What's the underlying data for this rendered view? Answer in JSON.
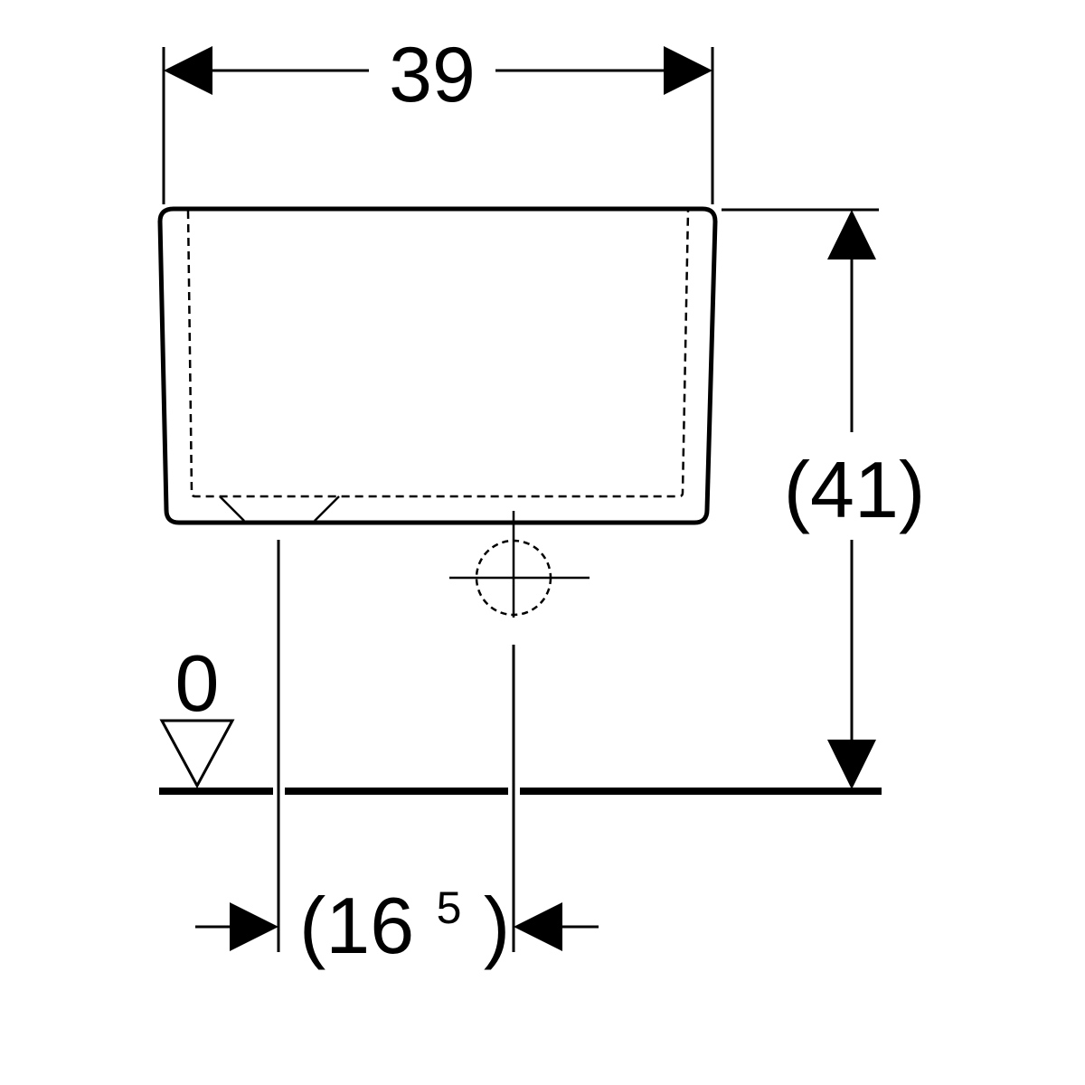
{
  "drawing": {
    "stroke_color": "#000000",
    "background_color": "#ffffff"
  },
  "dimensions": {
    "width_label": "39",
    "height_label": "(41)",
    "offset_label_open": "(16",
    "offset_label_superscript": "5",
    "offset_label_close": ")",
    "floor_level_label": "0"
  }
}
